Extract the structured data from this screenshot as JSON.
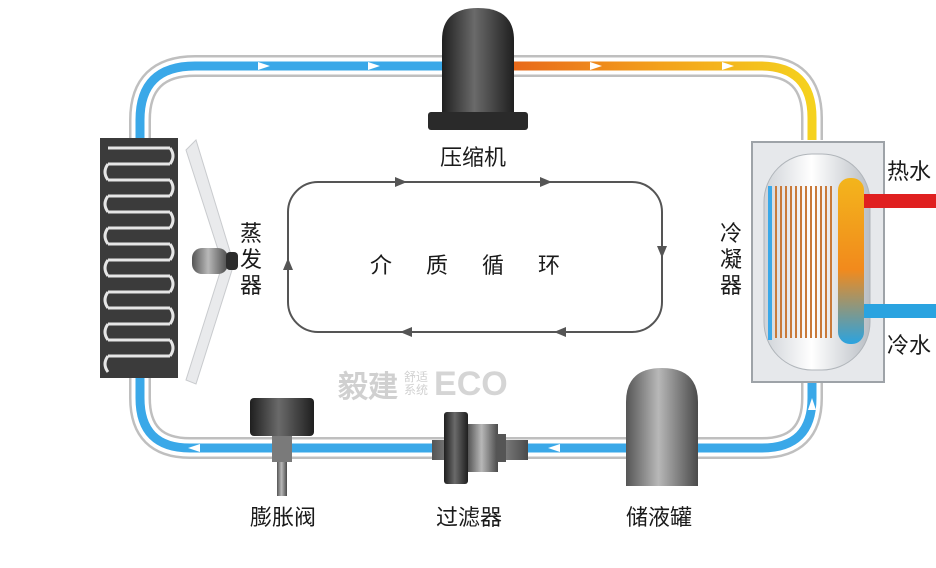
{
  "diagram": {
    "components": {
      "compressor": "压缩机",
      "evaporator": "蒸发器",
      "condenser": "冷凝器",
      "expansion_valve": "膨胀阀",
      "filter": "过滤器",
      "receiver": "储液罐"
    },
    "center_title": "介质循环",
    "pipes": {
      "hot_water": "热水",
      "cold_water": "冷水"
    },
    "watermark": {
      "brand_cn": "毅建",
      "tagline_line1": "舒适",
      "tagline_line2": "系统",
      "brand_en": "ECO"
    },
    "colors": {
      "refrigerant_cold": "#3aa8e8",
      "refrigerant_hot": "#f2b21b",
      "hot_water": "#e02020",
      "cold_water": "#2aa3e0",
      "component_dark": "#3a3a3a"
    }
  }
}
